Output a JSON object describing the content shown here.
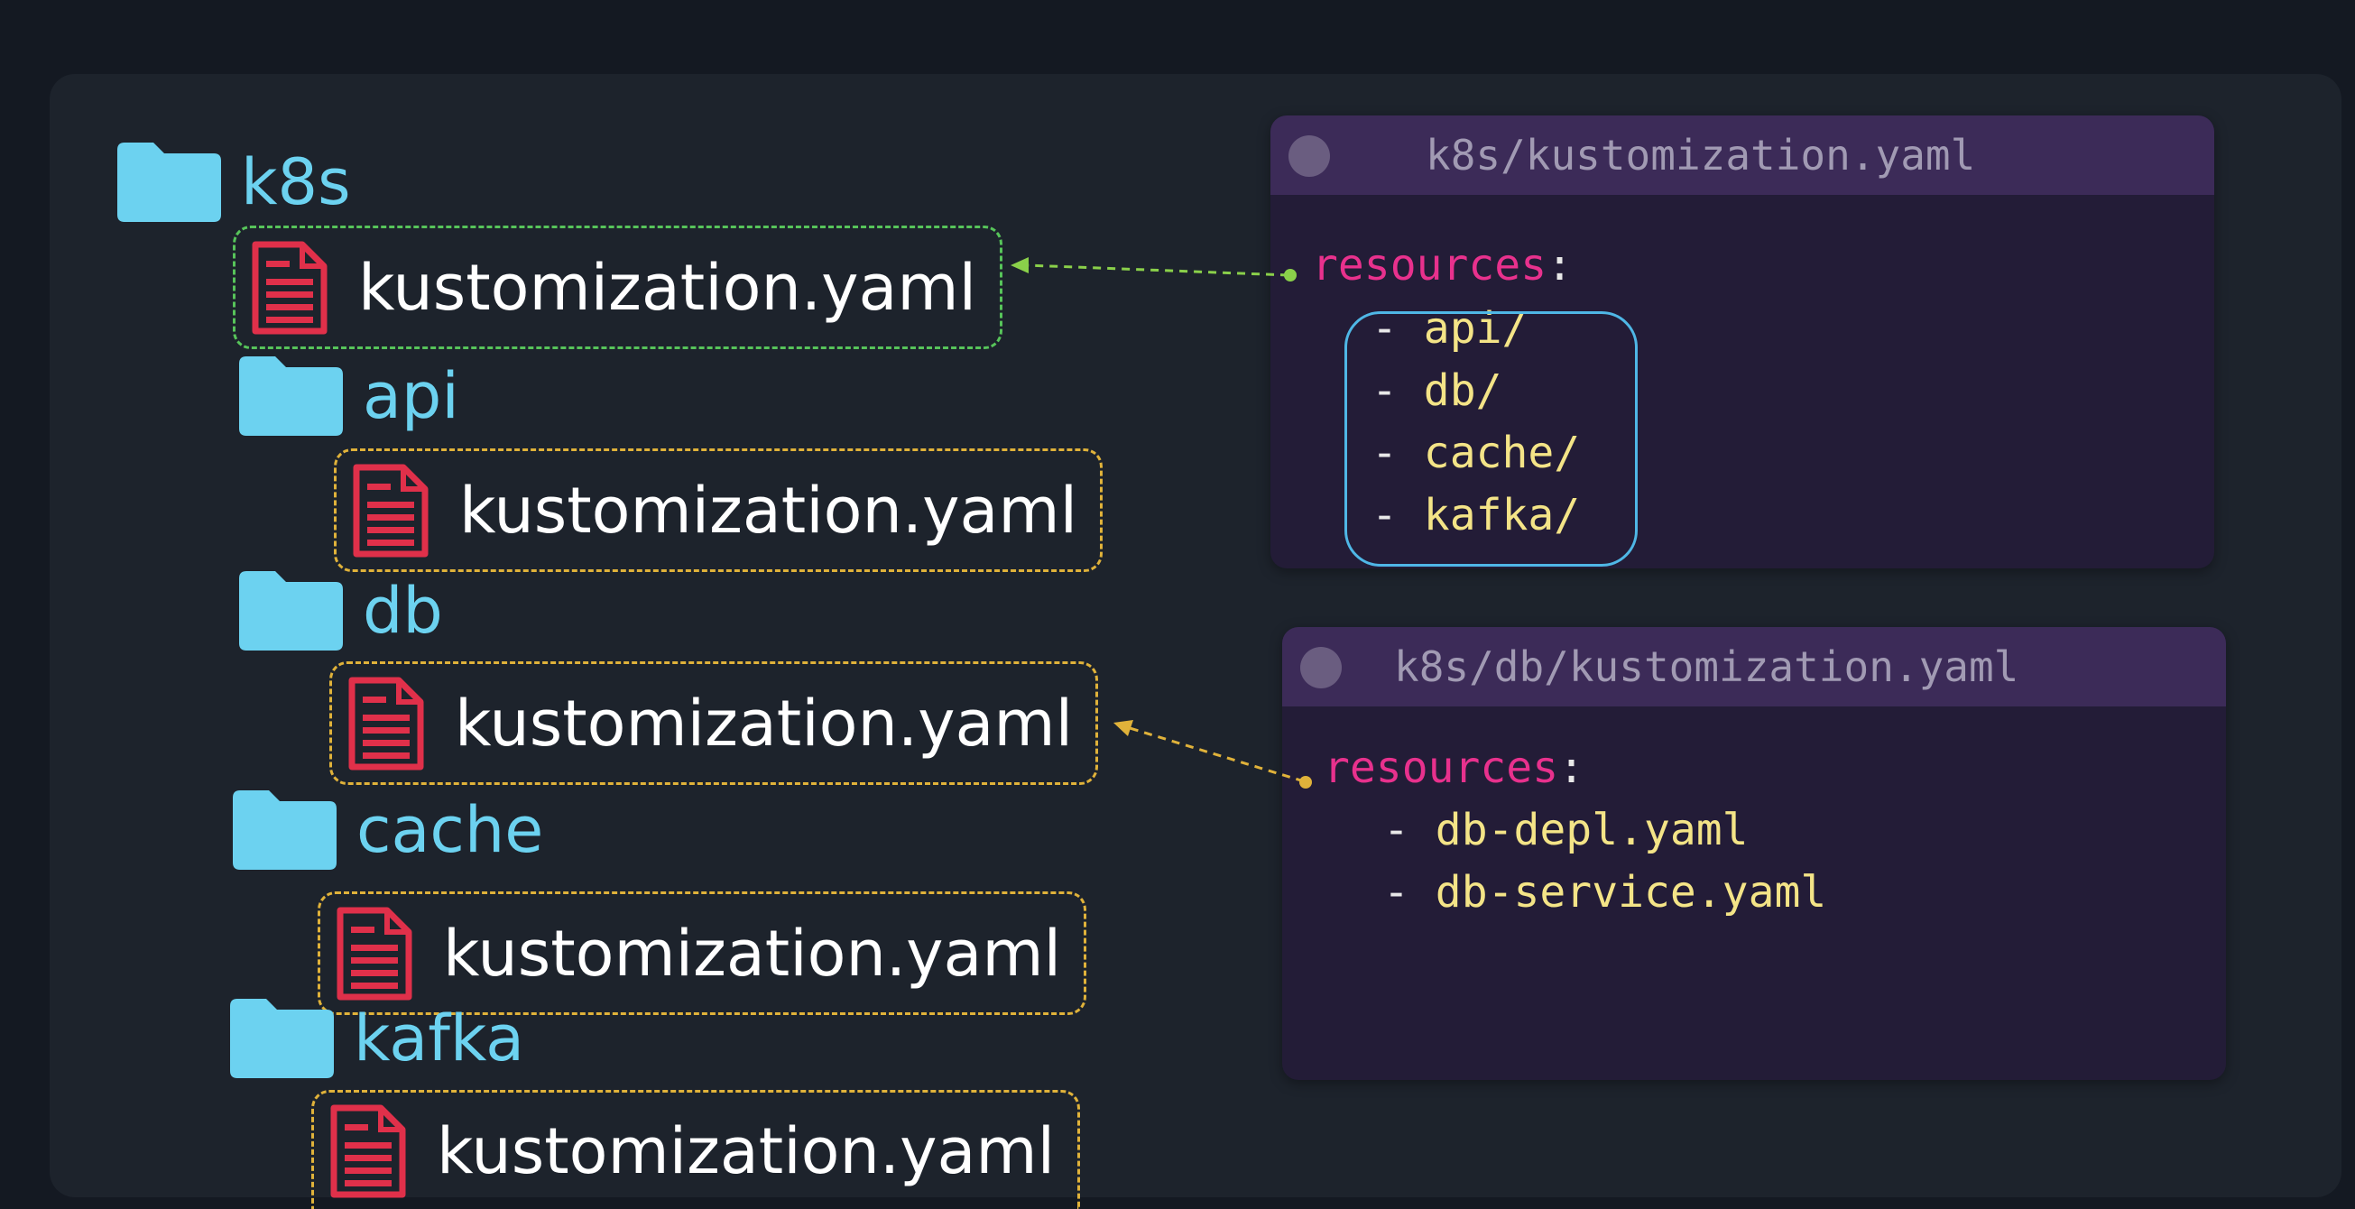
{
  "tree": {
    "root_folder": "k8s",
    "root_file": "kustomization.yaml",
    "folders": [
      {
        "name": "api",
        "file": "kustomization.yaml"
      },
      {
        "name": "db",
        "file": "kustomization.yaml"
      },
      {
        "name": "cache",
        "file": "kustomization.yaml"
      },
      {
        "name": "kafka",
        "file": "kustomization.yaml"
      }
    ]
  },
  "cards": {
    "root": {
      "title": "k8s/kustomization.yaml",
      "key": "resources",
      "colon": ":",
      "items": [
        "api/",
        "db/",
        "cache/",
        "kafka/"
      ]
    },
    "db": {
      "title": "k8s/db/kustomization.yaml",
      "key": "resources",
      "colon": ":",
      "items": [
        "db-depl.yaml",
        "db-service.yaml"
      ]
    }
  },
  "colors": {
    "folder": "#6cd2f0",
    "file_icon": "#e0304a",
    "root_box": "#57c45a",
    "child_box": "#e0b23a",
    "keyword": "#e8318d",
    "value": "#f4e487",
    "highlight": "#4fb7e6"
  },
  "icons": {
    "folder": "folder-icon",
    "file": "document-icon",
    "dot": "window-dot-icon"
  }
}
